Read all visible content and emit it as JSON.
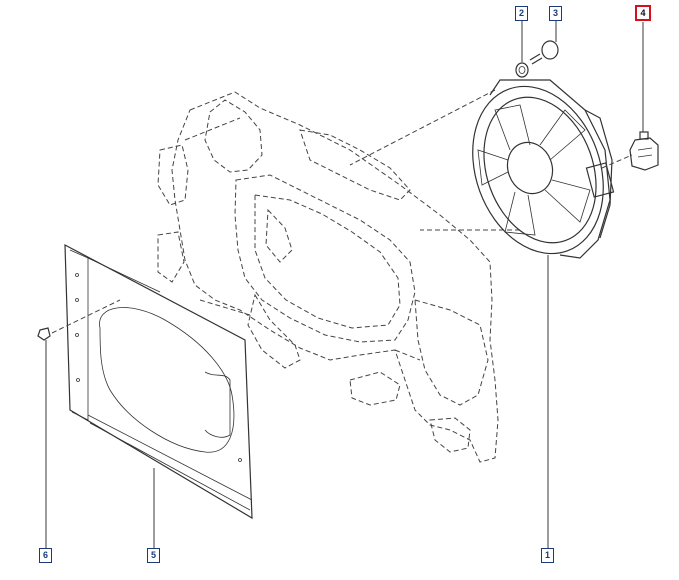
{
  "diagram": {
    "colors": {
      "line": "#3a3a3a",
      "callout_border": "#1a3a78",
      "selected_border": "#d6101a"
    },
    "callouts": [
      {
        "id": "1",
        "label": "1",
        "selected": false
      },
      {
        "id": "2",
        "label": "2",
        "selected": false
      },
      {
        "id": "3",
        "label": "3",
        "selected": false
      },
      {
        "id": "4",
        "label": "4",
        "selected": true
      },
      {
        "id": "5",
        "label": "5",
        "selected": false
      },
      {
        "id": "6",
        "label": "6",
        "selected": false
      }
    ]
  }
}
